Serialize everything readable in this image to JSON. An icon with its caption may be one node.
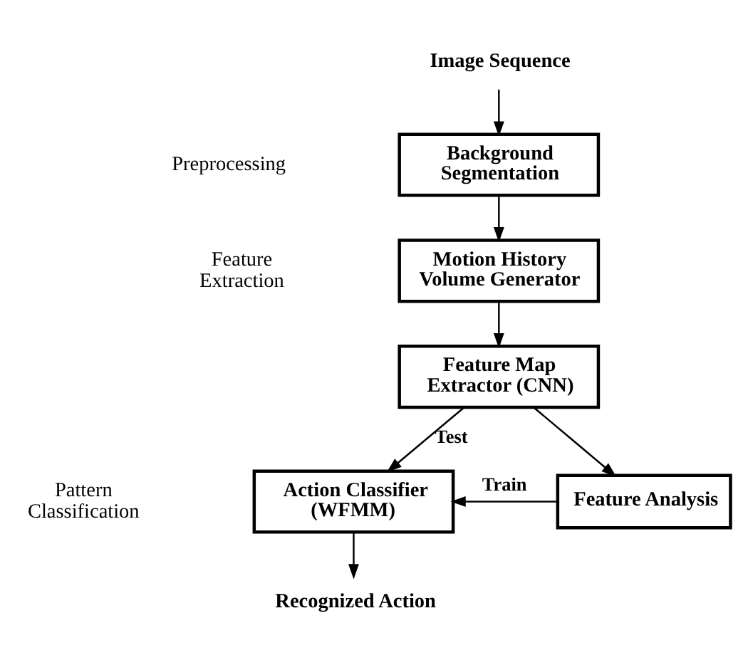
{
  "diagram": {
    "nodes": [
      {
        "text": [
          "Image Sequence"
        ]
      },
      {
        "text": [
          "Background Segmentation"
        ]
      },
      {
        "text": [
          "Motion History Volume Generator"
        ]
      },
      {
        "text": [
          "Feature Map Extractor (CNN)"
        ]
      },
      {
        "text": [
          "Action Classifier (WFMM)"
        ]
      },
      {
        "text": [
          "Feature Analysis"
        ]
      },
      {
        "text": [
          "Recognized Action"
        ]
      }
    ],
    "edges": [
      {
        "from": 0,
        "to": 1,
        "arrow": "to"
      },
      {
        "from": 1,
        "to": 2,
        "arrow": "to"
      },
      {
        "from": 2,
        "to": 3,
        "arrow": "to"
      },
      {
        "from": 3,
        "to": 4,
        "arrow": "to",
        "label": "Test"
      },
      {
        "from": 3,
        "to": 5,
        "arrow": "to"
      },
      {
        "from": 5,
        "to": 4,
        "arrow": "to",
        "label": "Train"
      },
      {
        "from": 4,
        "to": 6,
        "arrow": "to"
      }
    ],
    "labels": [
      "Preprocessing",
      "Feature Extraction",
      "Pattern Classification"
    ]
  }
}
